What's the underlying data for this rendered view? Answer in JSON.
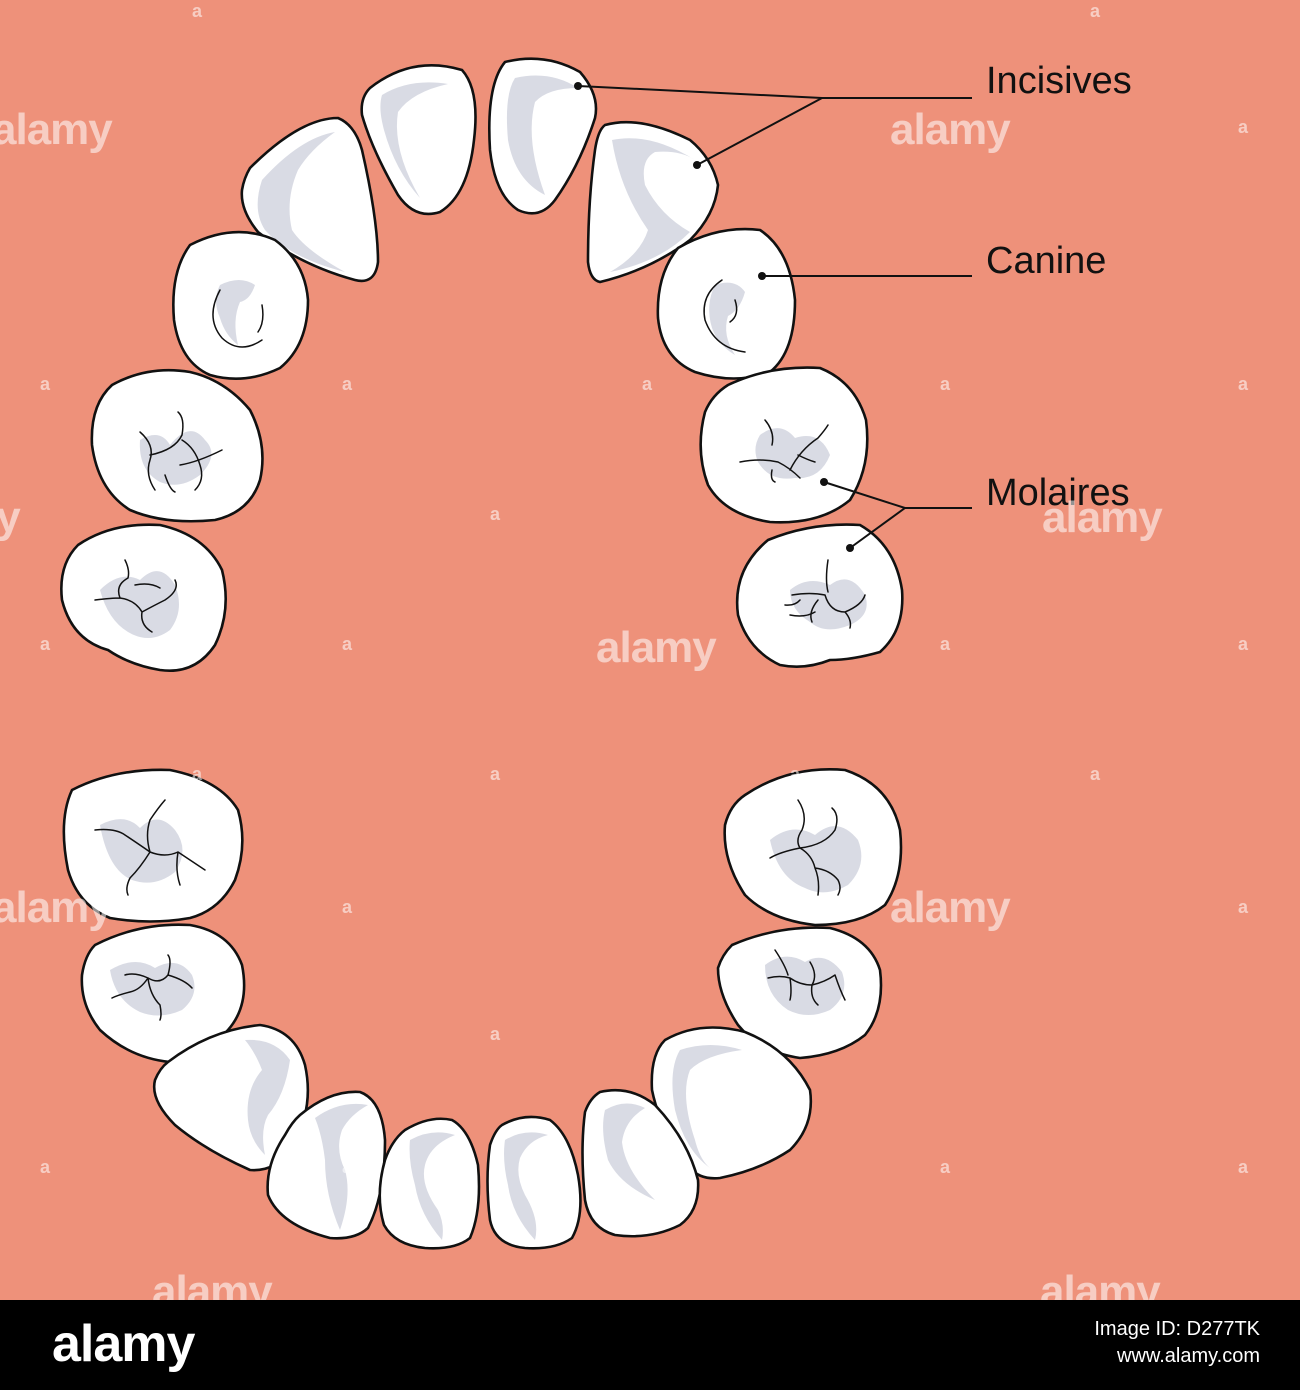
{
  "labels": {
    "incisives": "Incisives",
    "canine": "Canine",
    "molaires": "Molaires"
  },
  "watermark": {
    "text": "alamy",
    "mark": "a"
  },
  "footer": {
    "logo": "alamy",
    "image_id_line": "Image ID: D277TK",
    "url": "www.alamy.com"
  },
  "colors": {
    "gum_background": "#ee917a",
    "tooth_fill": "#ffffff",
    "tooth_shade": "#d7d9e3",
    "outline": "#111111",
    "footer_background": "#000000"
  }
}
